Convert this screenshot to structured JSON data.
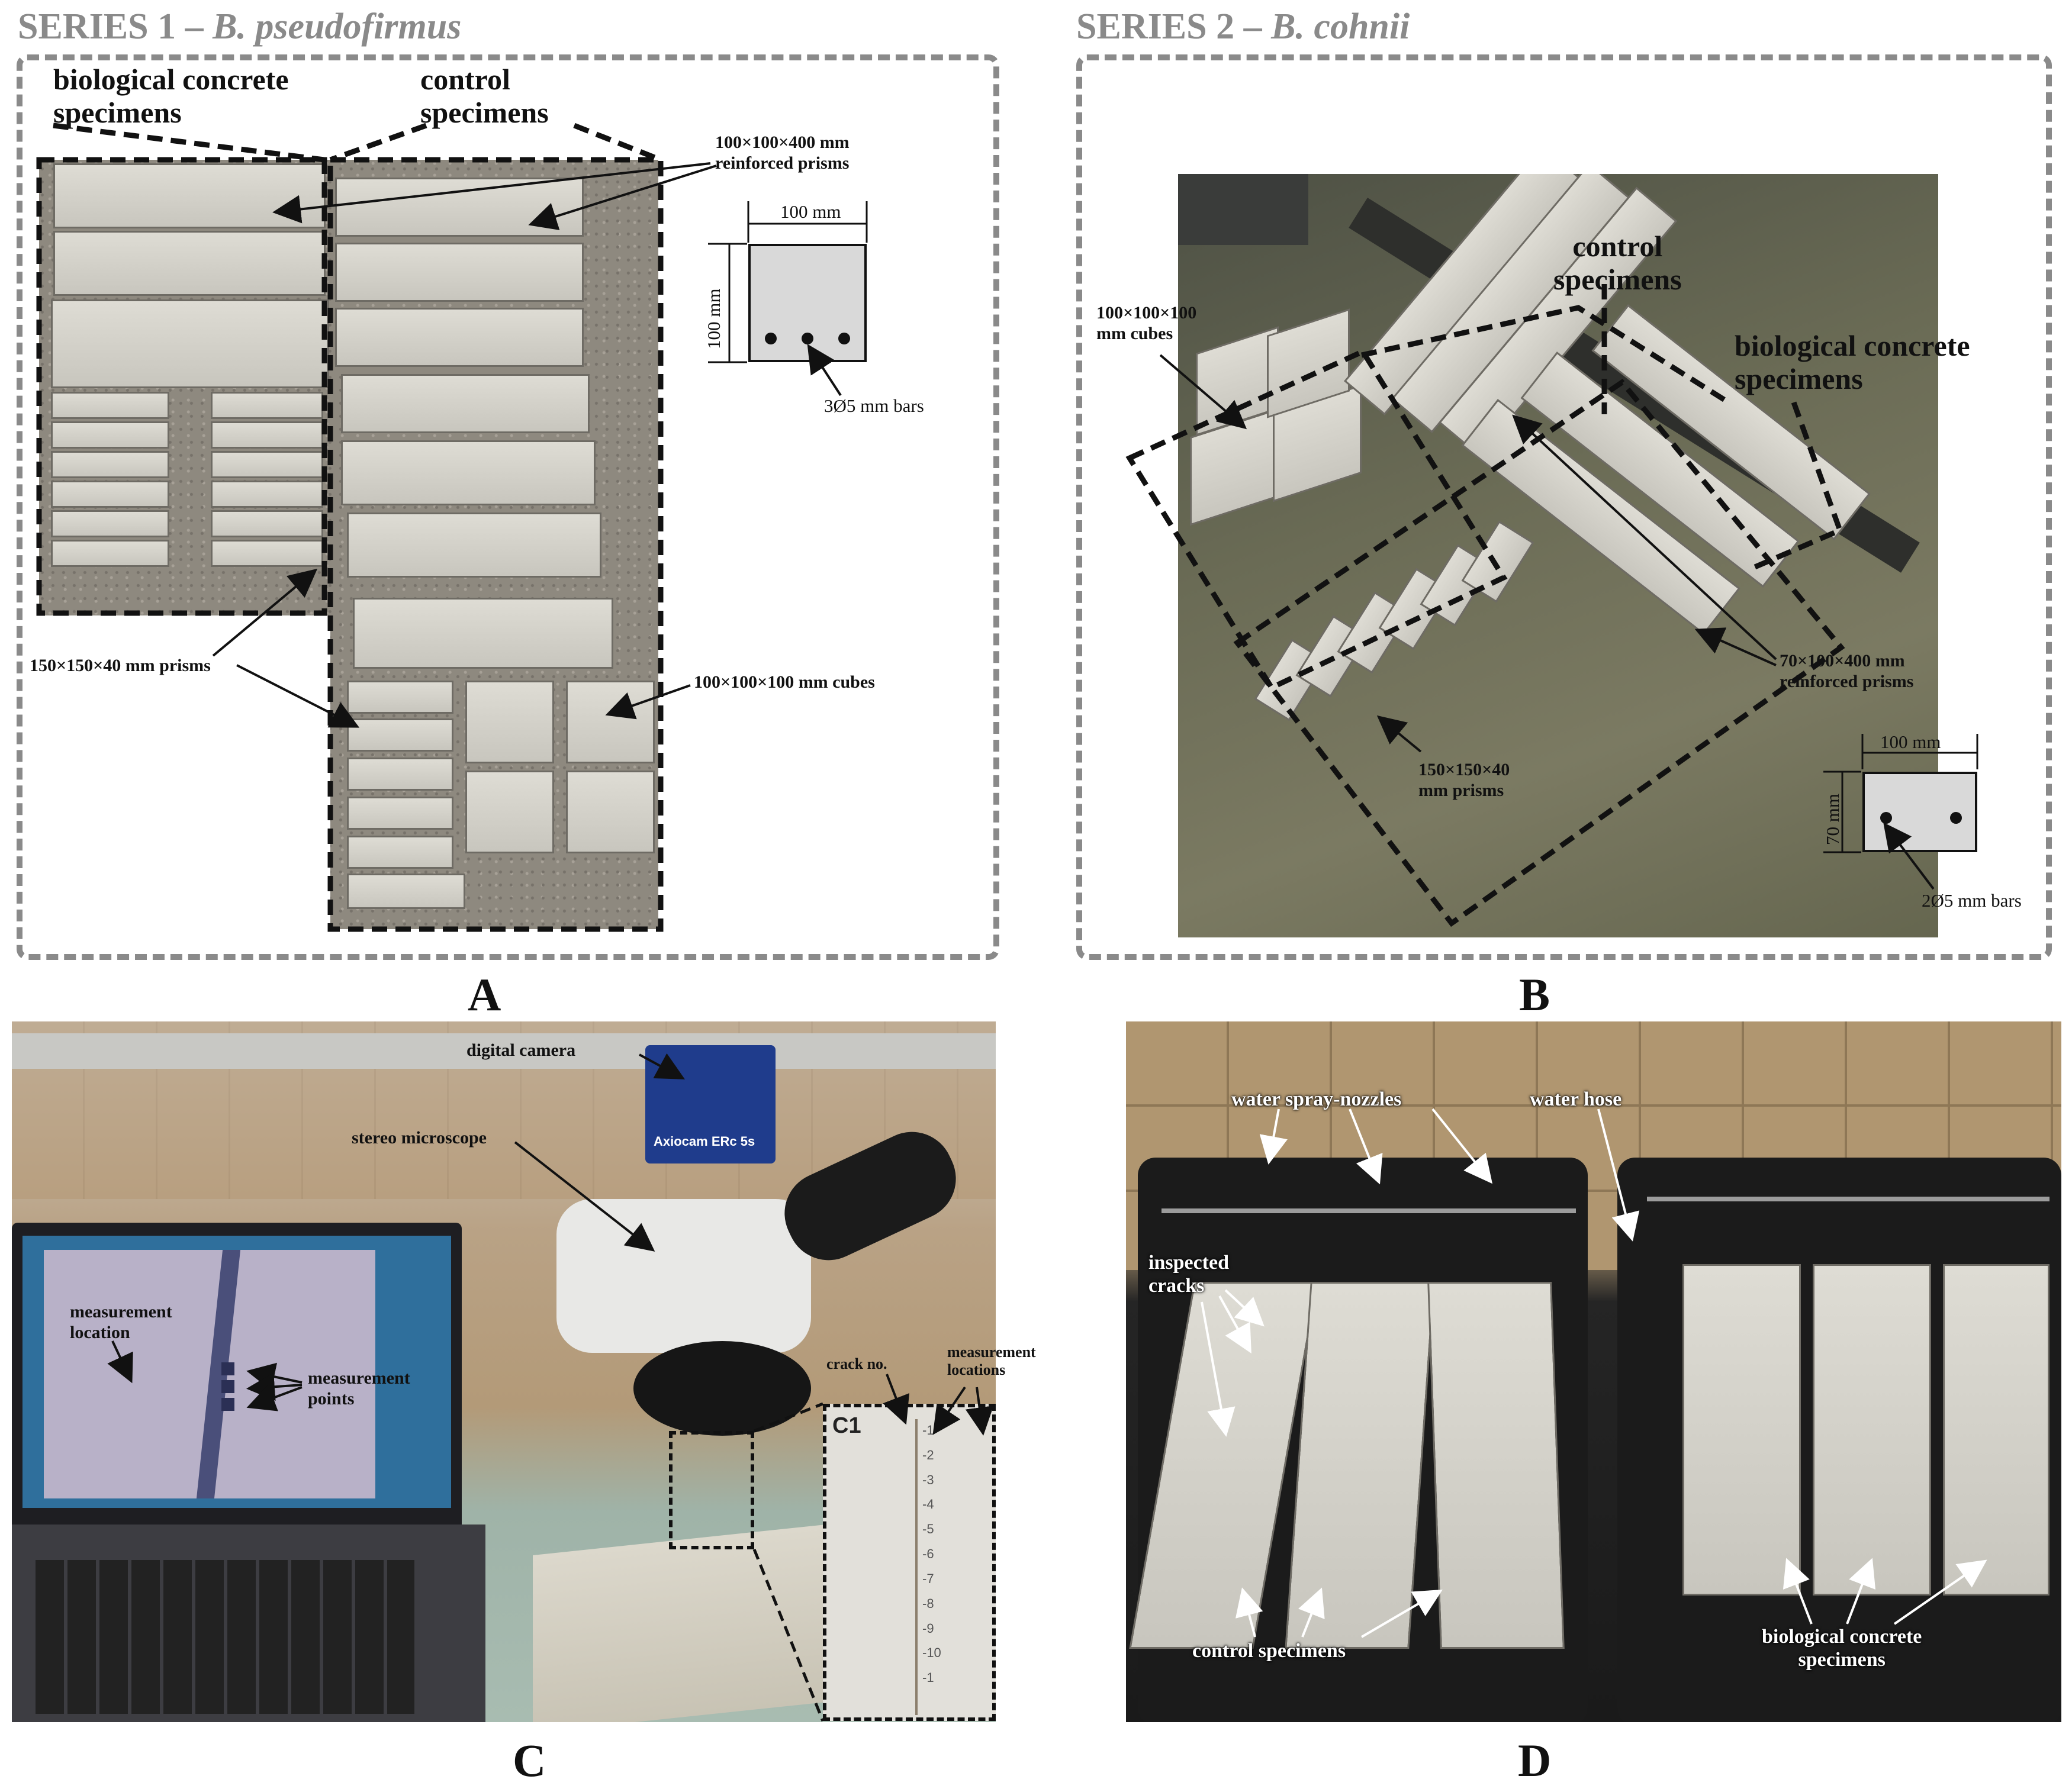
{
  "panel_a": {
    "series_prefix": "SERIES 1 – ",
    "series_species": "B. pseudofirmus",
    "letter": "A",
    "label_bio": "biological concrete\nspecimens",
    "label_control": "control\nspecimens",
    "label_prisms_reinforced": "100×100×400 mm\nreinforced prisms",
    "label_small_prisms": "150×150×40 mm prisms",
    "label_cubes": "100×100×100 mm cubes",
    "section_width": "100 mm",
    "section_height": "100 mm",
    "section_bars": "3Ø5 mm bars"
  },
  "panel_b": {
    "series_prefix": "SERIES 2 – ",
    "series_species": "B. cohnii",
    "letter": "B",
    "label_control": "control\nspecimens",
    "label_bio": "biological concrete\nspecimens",
    "label_cubes": "100×100×100\nmm cubes",
    "label_prisms_reinforced": "70×100×400 mm\nreinforced prisms",
    "label_small_prisms": "150×150×40\nmm prisms",
    "section_width": "100 mm",
    "section_height": "70 mm",
    "section_bars": "2Ø5 mm bars"
  },
  "panel_c": {
    "letter": "C",
    "label_camera": "digital camera",
    "label_microscope": "stereo microscope",
    "label_meas_location": "measurement\nlocation",
    "label_meas_points": "measurement\npoints",
    "label_crack_no": "crack no.",
    "label_meas_locations": "measurement\nlocations",
    "camera_brand": "Axiocam ERc 5s",
    "crack_id": "C1",
    "crack_marks": [
      "1",
      "2",
      "3",
      "4",
      "5",
      "6",
      "7",
      "8",
      "9",
      "10",
      "1"
    ]
  },
  "panel_d": {
    "letter": "D",
    "label_nozzles": "water spray-nozzles",
    "label_hose": "water hose",
    "label_cracks": "inspected\ncracks",
    "label_control": "control specimens",
    "label_bio": "biological concrete\nspecimens"
  },
  "colors": {
    "frame_gray": "#8a8a8a",
    "camera_blue": "#1f3c8c",
    "floor_green": "#5f6248",
    "tub_black": "#1b1b1b",
    "tile_beige": "#b49a7a"
  }
}
